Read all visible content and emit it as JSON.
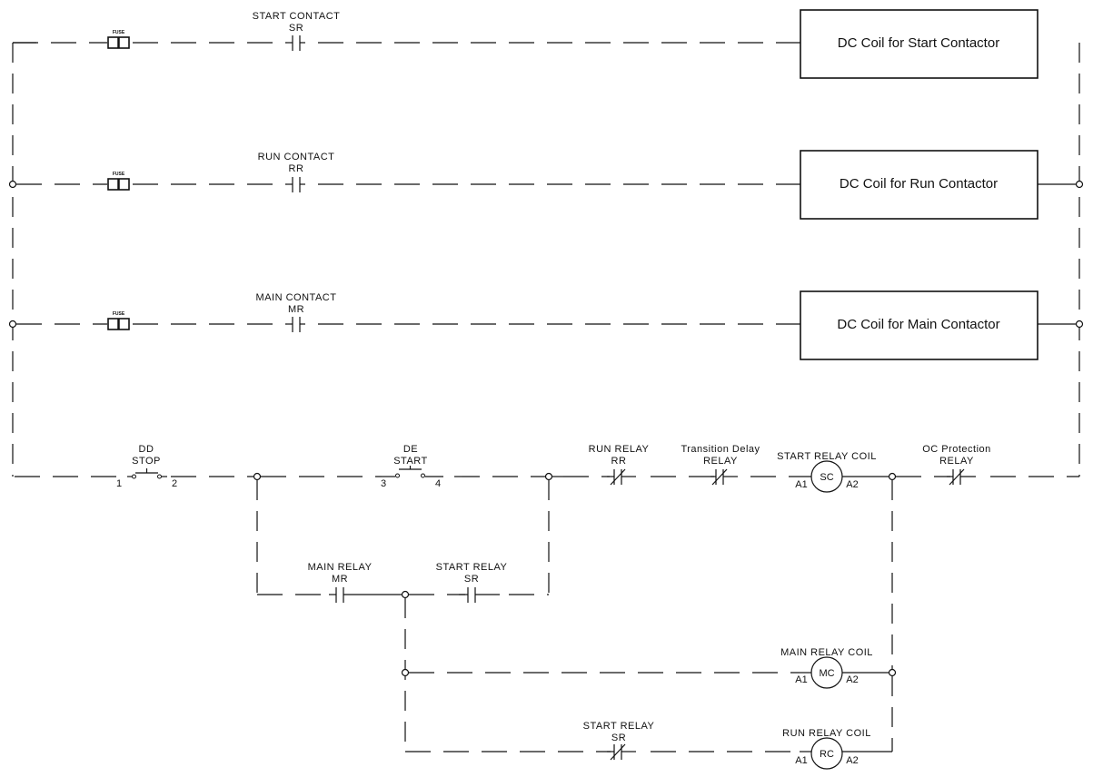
{
  "rung1": {
    "fuse_label": "FUSE",
    "contact_title": "START  CONTACT",
    "contact_tag": "SR",
    "coil_box": "DC Coil for Start Contactor"
  },
  "rung2": {
    "fuse_label": "FUSE",
    "contact_title": "RUN  CONTACT",
    "contact_tag": "RR",
    "coil_box": "DC Coil for Run Contactor"
  },
  "rung3": {
    "fuse_label": "FUSE",
    "contact_title": "MAIN  CONTACT",
    "contact_tag": "MR",
    "coil_box": "DC Coil for Main Contactor"
  },
  "control": {
    "stop": {
      "title": "DD",
      "tag": "STOP",
      "t1": "1",
      "t2": "2"
    },
    "start": {
      "title": "DE",
      "tag": "START",
      "t1": "3",
      "t2": "4"
    },
    "run_relay": {
      "title": "RUN  RELAY",
      "tag": "RR"
    },
    "transition": {
      "title": "Transition  Delay",
      "tag": "RELAY"
    },
    "start_coil": {
      "title": "START  RELAY  COIL",
      "symbol": "SC",
      "a1": "A1",
      "a2": "A2"
    },
    "oc_relay": {
      "title": "OC  Protection",
      "tag": "RELAY"
    },
    "main_relay": {
      "title": "MAIN  RELAY",
      "tag": "MR"
    },
    "start_relay": {
      "title": "START  RELAY",
      "tag": "SR"
    },
    "main_coil": {
      "title": "MAIN  RELAY  COIL",
      "symbol": "MC",
      "a1": "A1",
      "a2": "A2"
    },
    "start_relay_nc": {
      "title": "START  RELAY",
      "tag": "SR"
    },
    "run_coil": {
      "title": "RUN  RELAY  COIL",
      "symbol": "RC",
      "a1": "A1",
      "a2": "A2"
    }
  }
}
